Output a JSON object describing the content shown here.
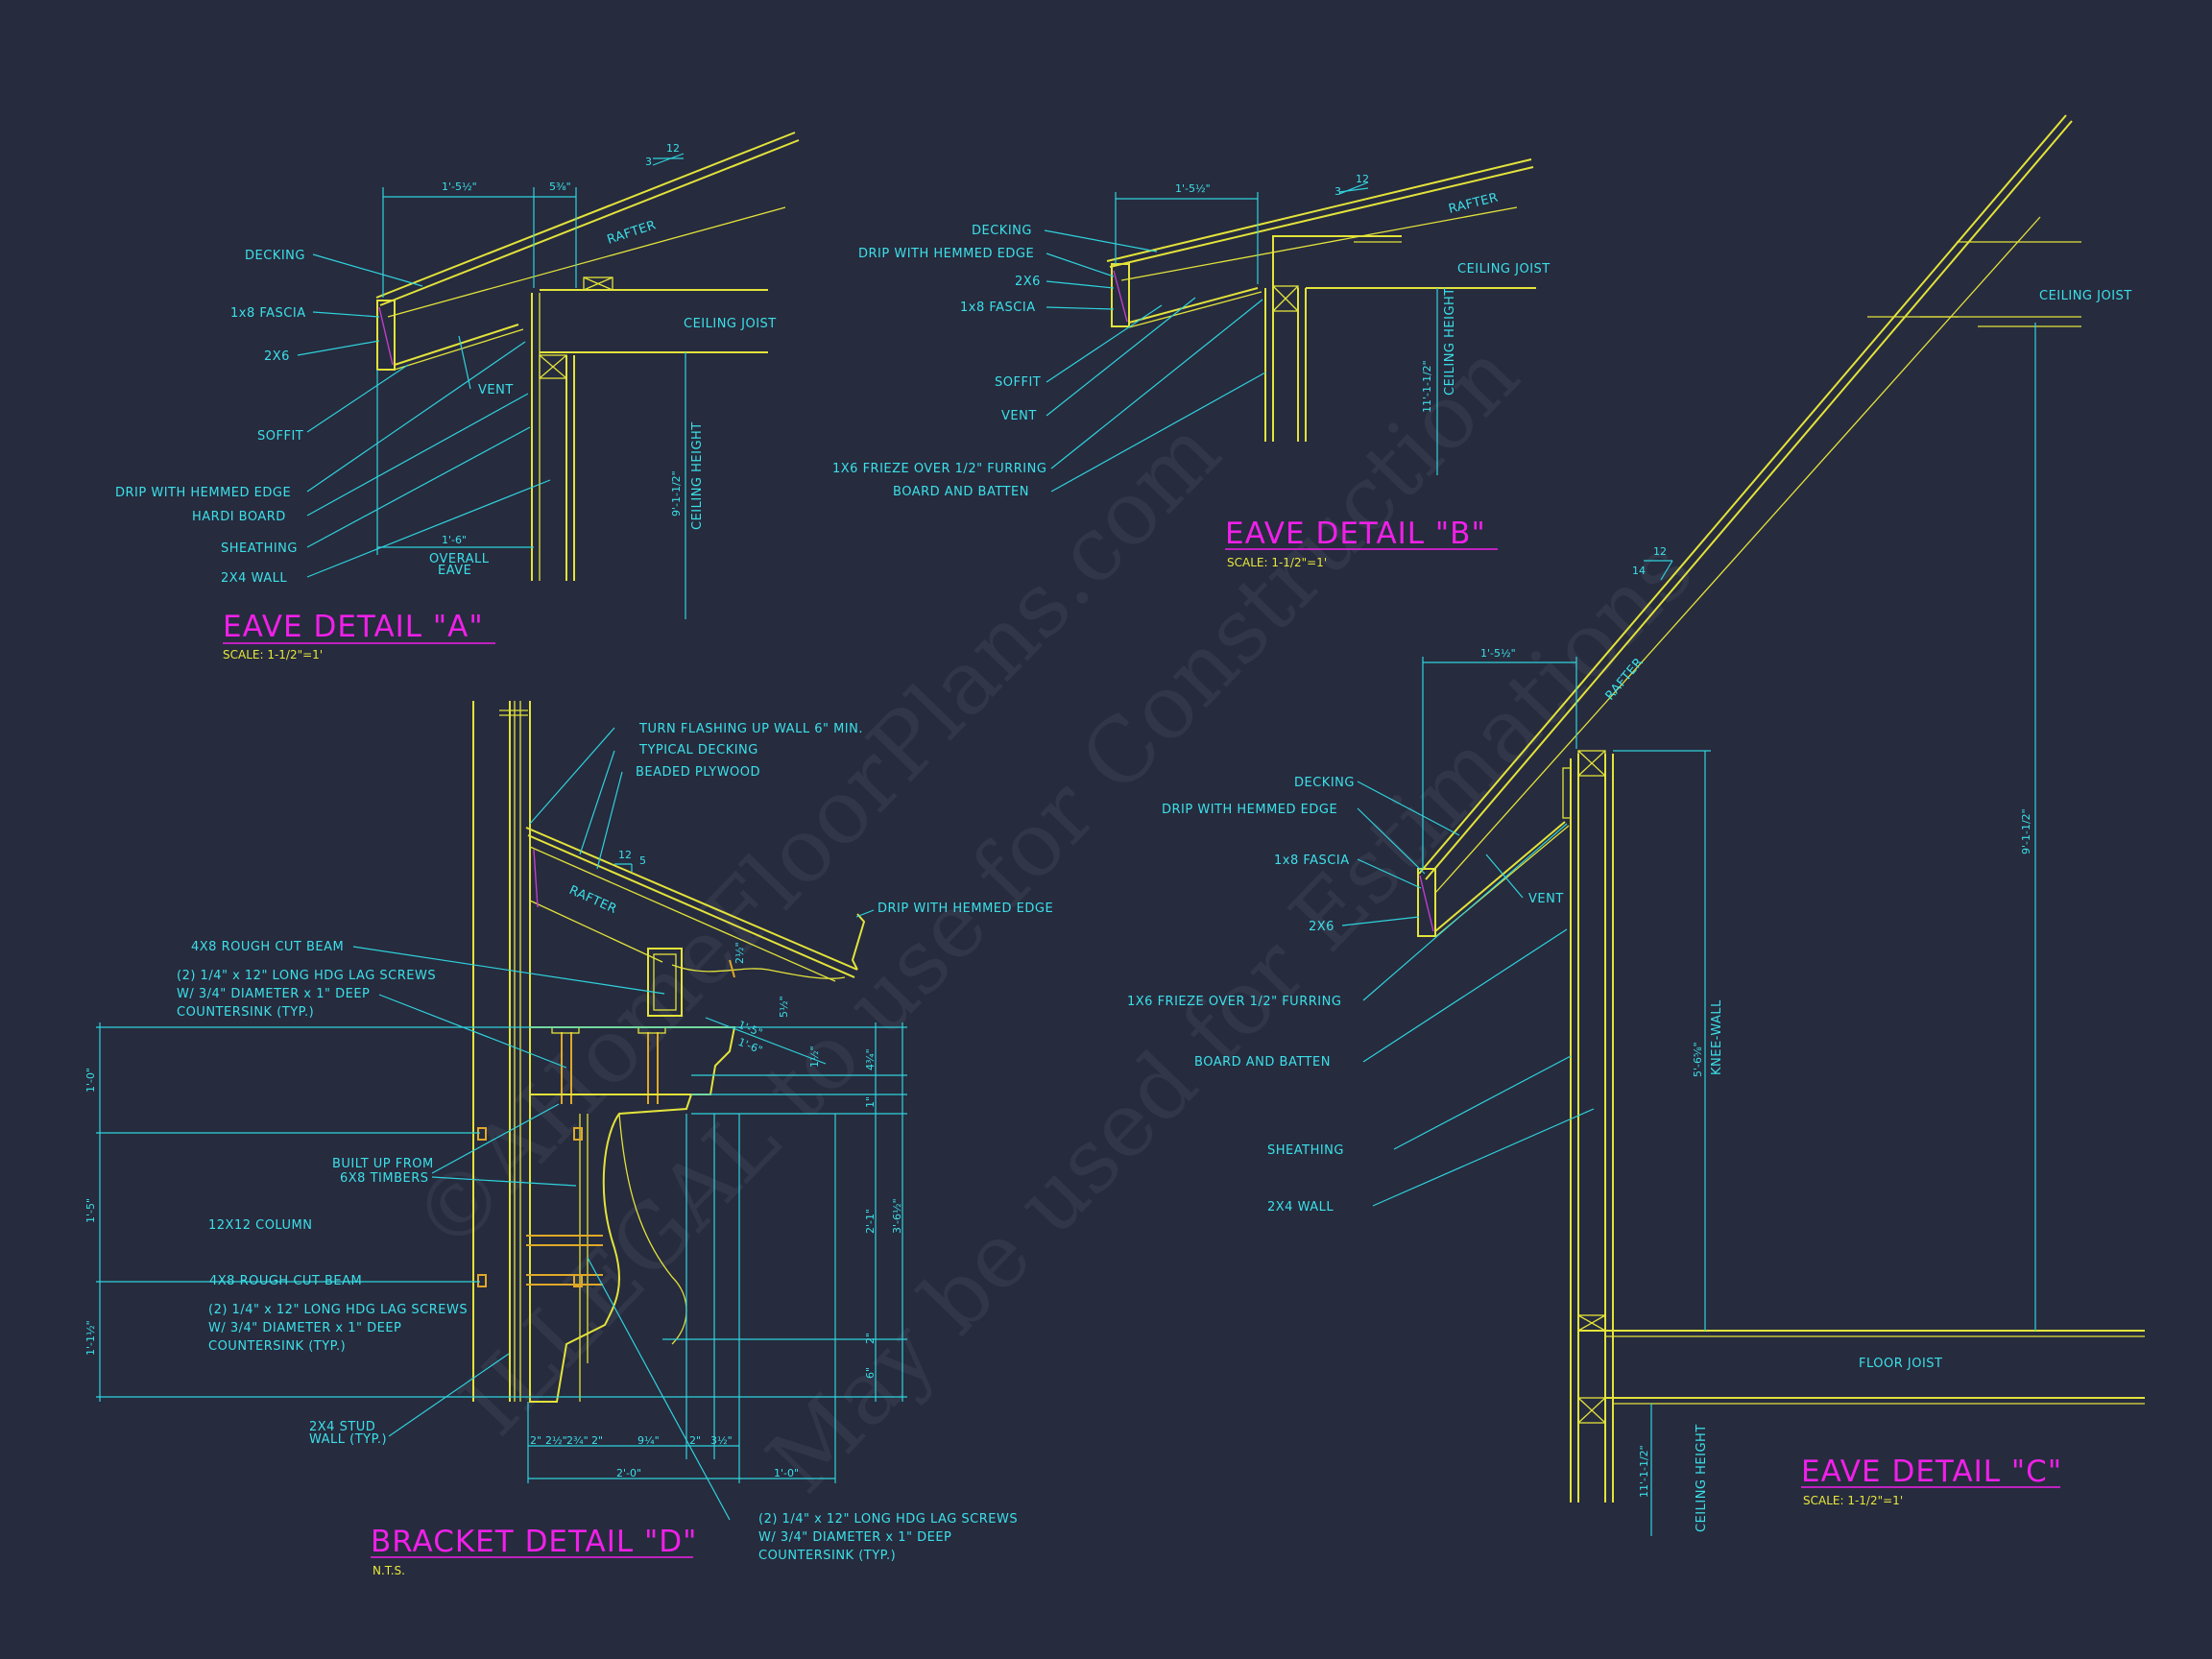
{
  "watermark": {
    "line1": "©AHomeFloorPlans.com",
    "line2": "ILLEGAL to use for Construction",
    "line3": "May be used for Estimations"
  },
  "eave_a": {
    "title": "EAVE DETAIL  \"A\"",
    "scale": "SCALE: 1-1/2\"=1'",
    "labels": [
      "DECKING",
      "1x8 FASCIA",
      "2X6",
      "SOFFIT",
      "DRIP WITH HEMMED EDGE",
      "HARDI BOARD",
      "SHEATHING",
      "2X4 WALL",
      "VENT",
      "RAFTER",
      "CEILING JOIST",
      "OVERALL",
      "EAVE"
    ],
    "dims": [
      "1'-5½\"",
      "5⅜\"",
      "1'-6\"",
      "9'-1-1/2\"",
      "CEILING HEIGHT",
      "12",
      "3"
    ]
  },
  "eave_b": {
    "title": "EAVE DETAIL  \"B\"",
    "scale": "SCALE: 1-1/2\"=1'",
    "labels": [
      "DECKING",
      "DRIP WITH HEMMED EDGE",
      "2X6",
      "1x8 FASCIA",
      "SOFFIT",
      "VENT",
      "1X6 FRIEZE OVER 1/2\" FURRING",
      "BOARD AND BATTEN",
      "RAFTER",
      "CEILING JOIST"
    ],
    "dims": [
      "1'-5½\"",
      "12",
      "3",
      "11'-1-1/2\"",
      "CEILING HEIGHT"
    ]
  },
  "eave_c": {
    "title": "EAVE DETAIL \"C\"",
    "scale": "SCALE: 1-1/2\"=1'",
    "labels": [
      "DECKING",
      "DRIP WITH HEMMED EDGE",
      "1x8 FASCIA",
      "2X6",
      "VENT",
      "1X6 FRIEZE OVER 1/2\" FURRING",
      "BOARD AND BATTEN",
      "SHEATHING",
      "2X4 WALL",
      "RAFTER",
      "CEILING JOIST",
      "FLOOR JOIST",
      "KNEE-WALL"
    ],
    "dims": [
      "1'-5½\"",
      "12",
      "14",
      "9'-1-1/2\"",
      "5'-6⅝\"",
      "11'-1-1/2\"",
      "CEILING HEIGHT"
    ]
  },
  "bracket_d": {
    "title": "BRACKET DETAIL \"D\"",
    "scale": "N.T.S.",
    "labels": [
      "TURN FLASHING UP WALL 6\" MIN.",
      "TYPICAL DECKING",
      "BEADED PLYWOOD",
      "DRIP WITH HEMMED EDGE",
      "4X8 ROUGH CUT BEAM",
      "(2) 1/4\" x 12\" LONG HDG LAG SCREWS",
      "W/ 3/4\" DIAMETER x 1\" DEEP",
      "COUNTERSINK (TYP.)",
      "BUILT UP FROM",
      "6X8 TIMBERS",
      "12X12 COLUMN",
      "4X8 ROUGH CUT BEAM",
      "(2) 1/4\" x 12\" LONG HDG LAG SCREWS",
      "W/ 3/4\" DIAMETER x 1\" DEEP",
      "COUNTERSINK (TYP.)",
      "2X4 STUD",
      "WALL (TYP.)",
      "(2) 1/4\" x 12\" LONG HDG LAG SCREWS",
      "W/ 3/4\" DIAMETER x 1\" DEEP",
      "COUNTERSINK (TYP.)",
      "RAFTER"
    ],
    "dims": [
      "1'-0\"",
      "1'-5\"",
      "1'-1½\"",
      "2\"",
      "2½\"",
      "2¾\"",
      "2\"",
      "9¼\"",
      "2\"",
      "3½\"",
      "2'-0\"",
      "1'-0\"",
      "2'-1\"",
      "3'-6½\"",
      "4¾\"",
      "1\"",
      "2\"",
      "6\"",
      "12",
      "5",
      "1'-5\"",
      "1'-6\"",
      "2½\"",
      "5½\"",
      "1½\""
    ]
  }
}
